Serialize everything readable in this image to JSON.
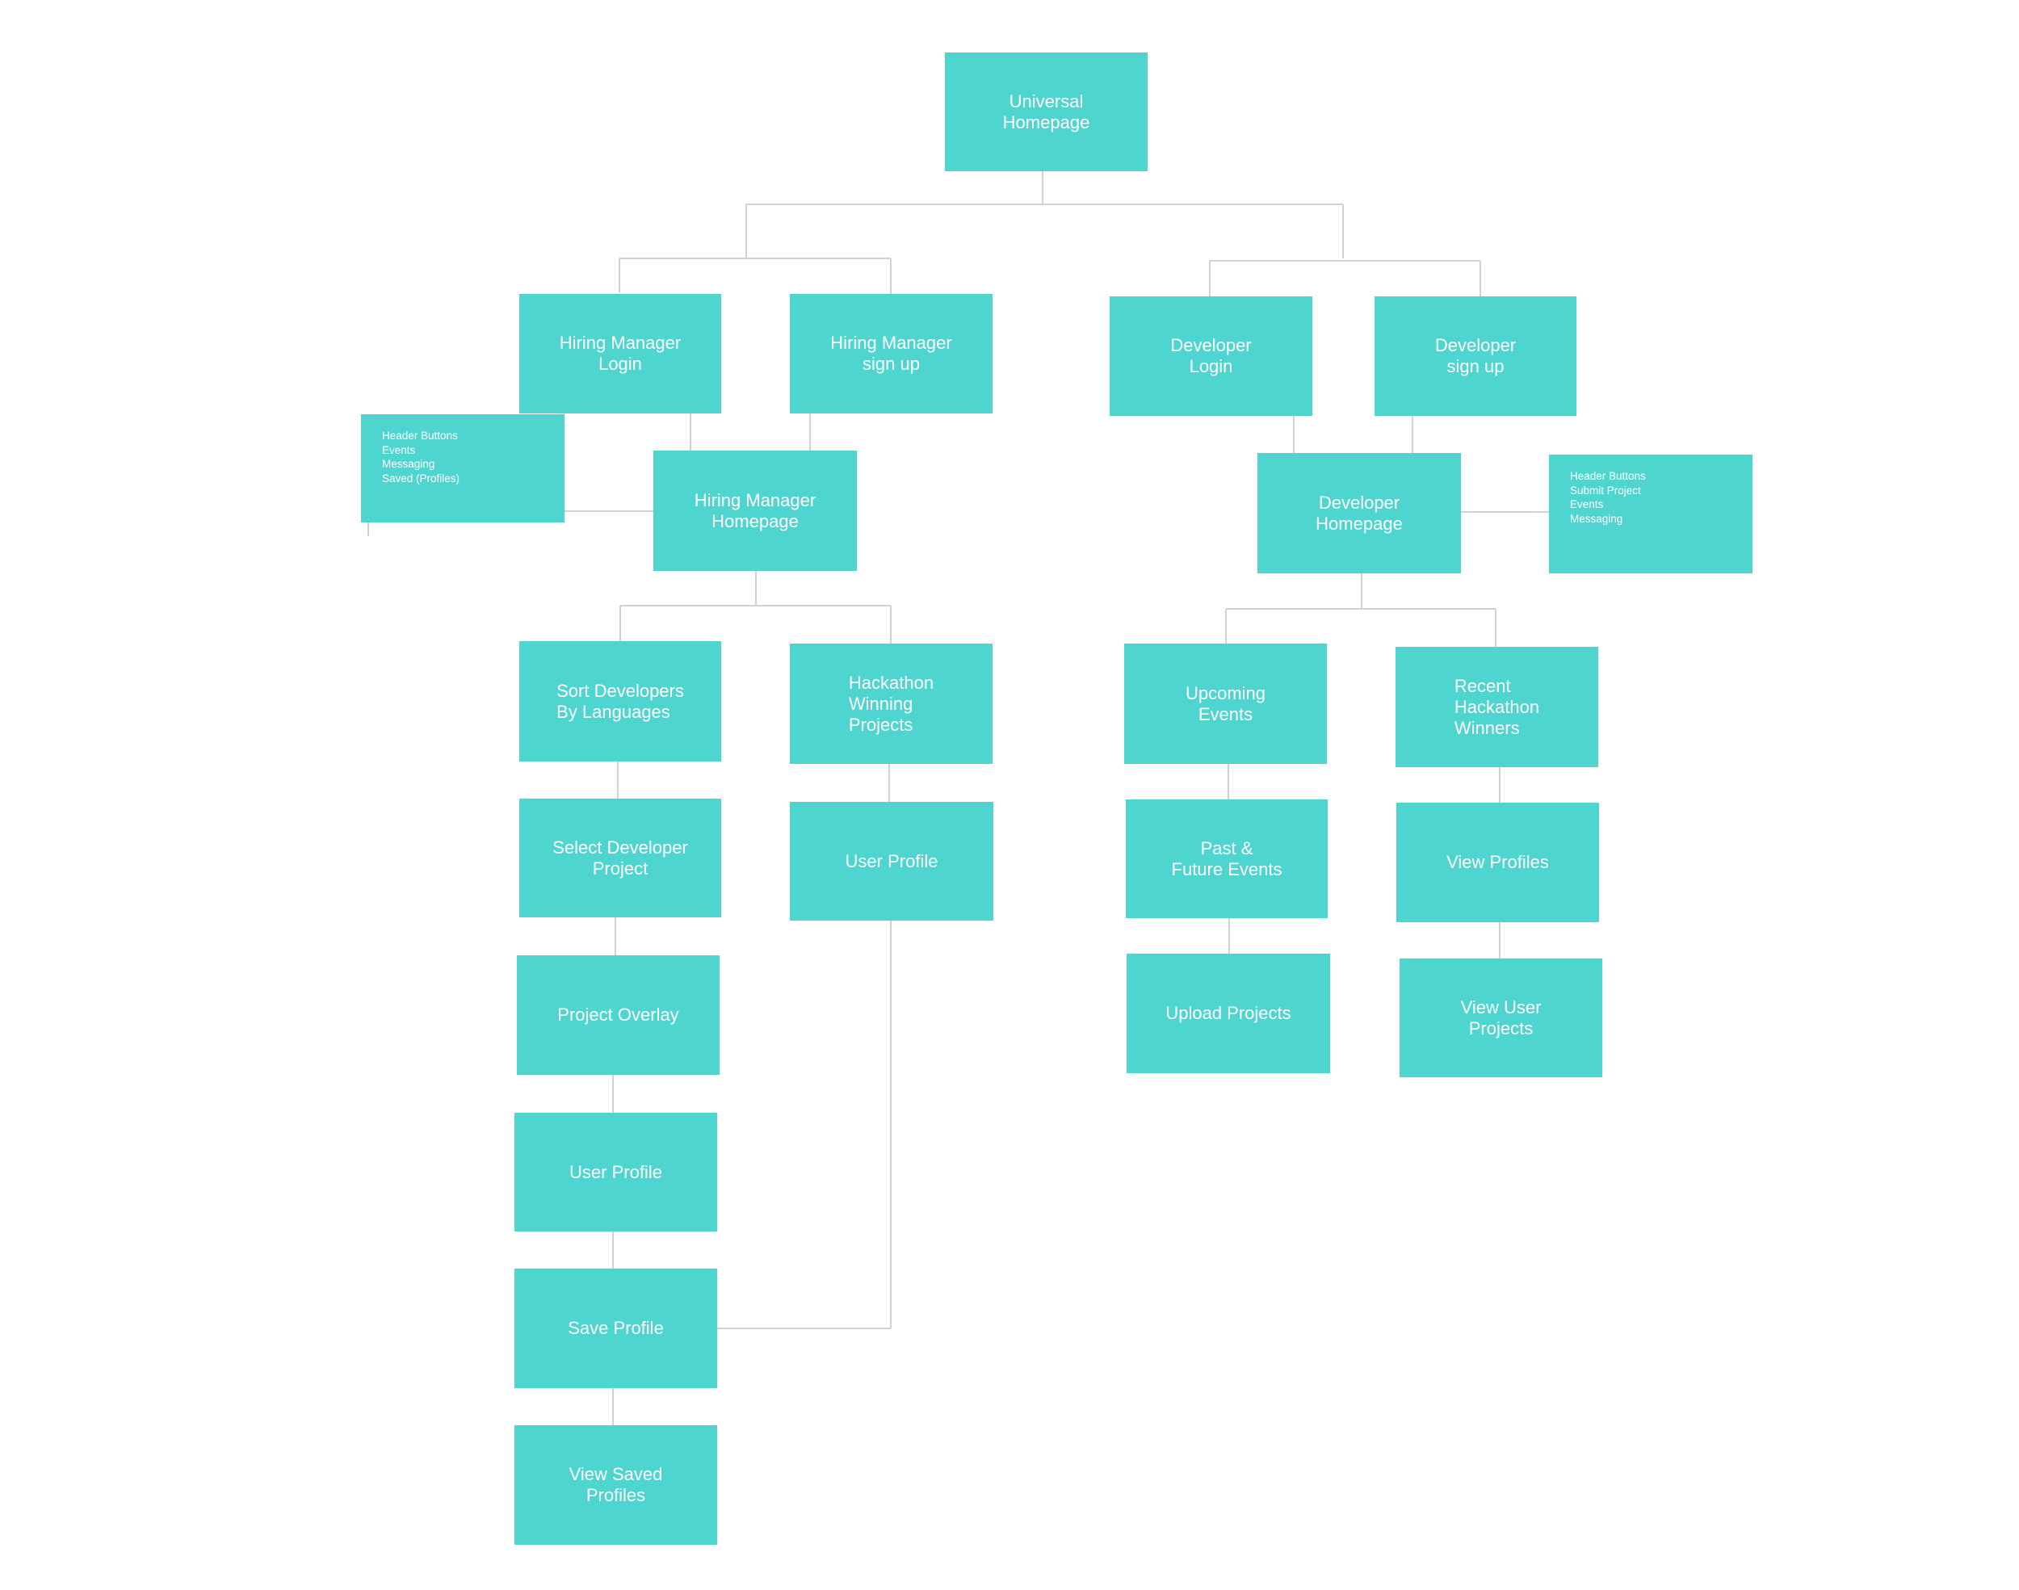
{
  "colors": {
    "node_fill": "#4fd5cf",
    "node_text": "#ffffff",
    "connector": "#d2d2d2",
    "background": "#ffffff"
  },
  "nodes": {
    "universal_homepage": "Universal\nHomepage",
    "hm_login": "Hiring Manager\nLogin",
    "hm_signup": "Hiring Manager\nsign up",
    "dev_login": "Developer\nLogin",
    "dev_signup": "Developer\nsign up",
    "hm_notes": "Header Buttons\nEvents\nMessaging\nSaved (Profiles)",
    "hm_homepage": "Hiring Manager\nHomepage",
    "dev_homepage": "Developer\nHomepage",
    "dev_notes": "Header Buttons\nSubmit Project\nEvents\nMessaging",
    "sort_devs": "Sort Developers\nBy Languages",
    "hack_winning": "Hackathon\nWinning\nProjects",
    "upcoming_events": "Upcoming\nEvents",
    "recent_winners": "Recent\nHackathon\nWinners",
    "select_project": "Select Developer\nProject",
    "hm_user_profile_right": "User Profile",
    "past_future": "Past &\nFuture Events",
    "view_profiles": "View Profiles",
    "project_overlay": "Project Overlay",
    "upload_projects": "Upload Projects",
    "view_user_projects": "View User\nProjects",
    "user_profile": "User Profile",
    "save_profile": "Save Profile",
    "view_saved": "View Saved\nProfiles"
  }
}
